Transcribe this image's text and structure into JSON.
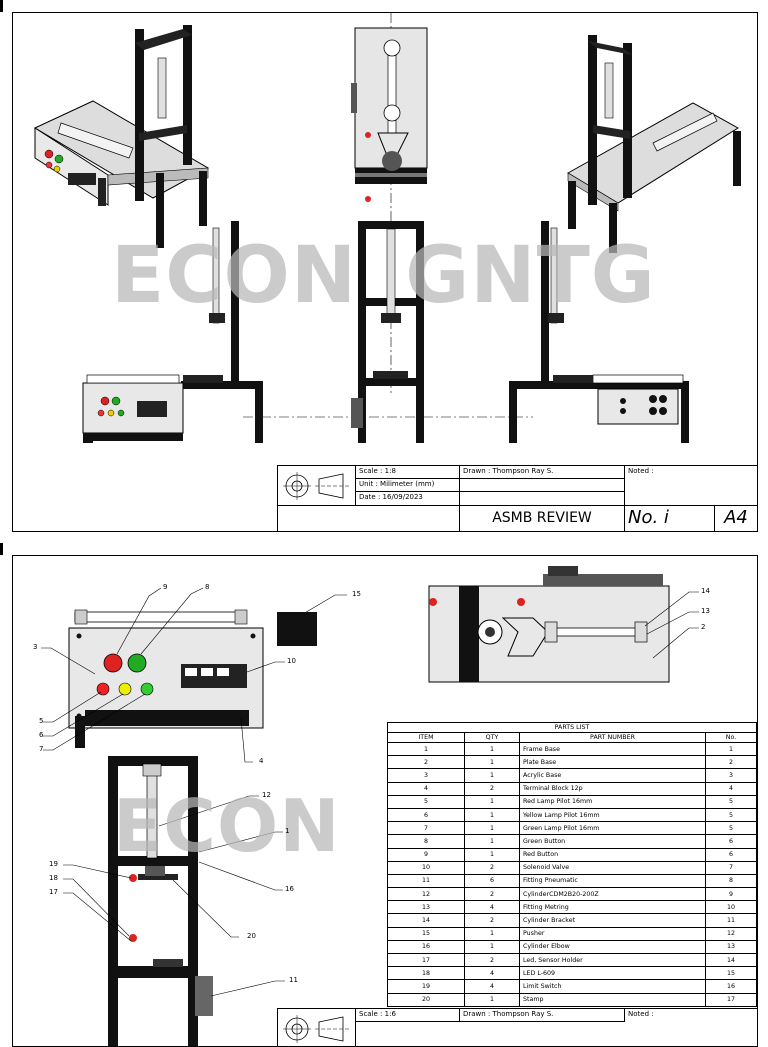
{
  "watermark": "ECON GNTG",
  "sheet1": {
    "title_block": {
      "scale": "Scale : 1:8",
      "unit": "Unit   : Milimeter (mm)",
      "date": "Date  : 16/09/2023",
      "drawn": "Drawn : Thompson Ray S.",
      "noted": "Noted :",
      "title": "ASMB REVIEW",
      "number": "No. i",
      "size": "A4"
    }
  },
  "sheet2": {
    "callouts": [
      "1",
      "2",
      "3",
      "4",
      "5",
      "6",
      "7",
      "8",
      "9",
      "10",
      "11",
      "12",
      "13",
      "14",
      "15",
      "16",
      "17",
      "18",
      "19",
      "20"
    ],
    "parts_list": {
      "title": "PARTS LIST",
      "headers": [
        "ITEM",
        "QTY",
        "PART NUMBER",
        "No."
      ],
      "rows": [
        [
          "1",
          "1",
          "Frame Base",
          "1"
        ],
        [
          "2",
          "1",
          "Plate Base",
          "2"
        ],
        [
          "3",
          "1",
          "Acrylic Base",
          "3"
        ],
        [
          "4",
          "2",
          "Terminal Block 12p",
          "4"
        ],
        [
          "5",
          "1",
          "Red Lamp Pilot 16mm",
          "5"
        ],
        [
          "6",
          "1",
          "Yellow Lamp Pilot 16mm",
          "5"
        ],
        [
          "7",
          "1",
          "Green Lamp Pilot 16mm",
          "5"
        ],
        [
          "8",
          "1",
          "Green Button",
          "6"
        ],
        [
          "9",
          "1",
          "Red Button",
          "6"
        ],
        [
          "10",
          "2",
          "Solenoid Valve",
          "7"
        ],
        [
          "11",
          "6",
          "Fitting Pneumatic",
          "8"
        ],
        [
          "12",
          "2",
          "CylinderCDM2B20-200Z",
          "9"
        ],
        [
          "13",
          "4",
          "Fitting Metring",
          "10"
        ],
        [
          "14",
          "2",
          "Cylinder Bracket",
          "11"
        ],
        [
          "15",
          "1",
          "Pusher",
          "12"
        ],
        [
          "16",
          "1",
          "Cylinder Elbow",
          "13"
        ],
        [
          "17",
          "2",
          "Led, Sensor Holder",
          "14"
        ],
        [
          "18",
          "4",
          "LED L-609",
          "15"
        ],
        [
          "19",
          "4",
          "Limit Switch",
          "16"
        ],
        [
          "20",
          "1",
          "Stamp",
          "17"
        ]
      ]
    },
    "title_block": {
      "scale": "Scale : 1:6",
      "drawn": "Drawn : Thompson Ray S.",
      "noted": "Noted :"
    }
  }
}
